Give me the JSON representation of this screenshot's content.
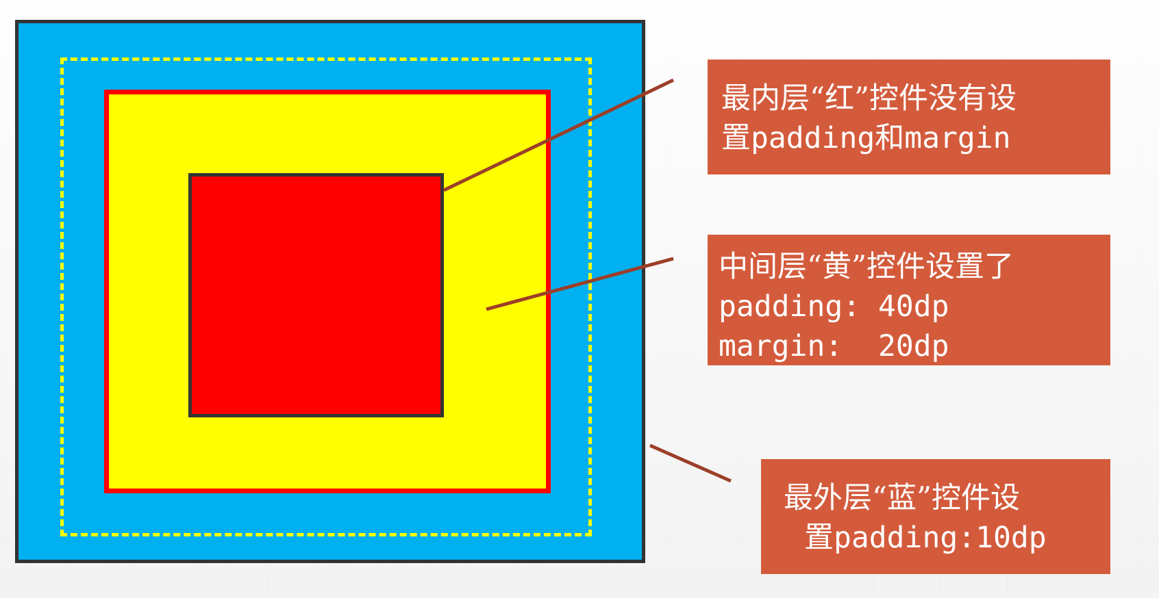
{
  "colors": {
    "outer_fill": "#00b0f0",
    "middle_fill": "#ffff00",
    "middle_border": "#ff0000",
    "inner_fill": "#ff0000",
    "box_border": "#333333",
    "margin_outline": "#ffff00",
    "callout_fill": "#d35b3c",
    "connector": "#9c3f28"
  },
  "callouts": {
    "inner": {
      "line1": "最内层“红”控件没有设",
      "line2_prefix": "置",
      "line2_mid": "padding",
      "line2_and": "和",
      "line2_end": "margin"
    },
    "middle": {
      "line1": "中间层“黄”控件设置了",
      "line2": "padding: 40dp",
      "line3": "margin:  20dp"
    },
    "outer": {
      "line1": "最外层“蓝”控件设",
      "line2_prefix": "置",
      "line2_end": "padding:10dp"
    }
  }
}
